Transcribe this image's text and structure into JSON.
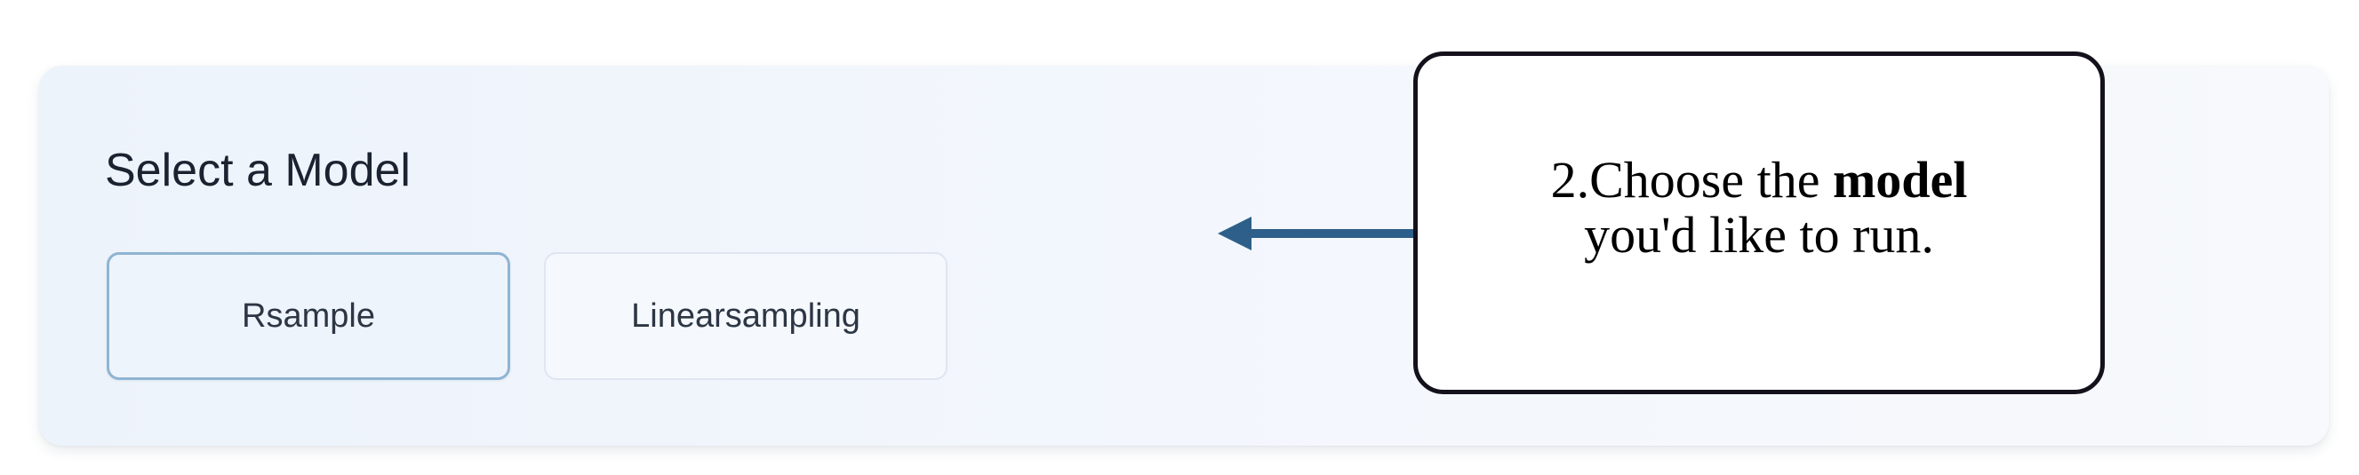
{
  "model_selector": {
    "title": "Select a Model",
    "options": [
      {
        "label": "Rsample",
        "selected": true
      },
      {
        "label": "Linearsampling",
        "selected": false
      }
    ]
  },
  "annotation": {
    "line1_prefix": "2.Choose the ",
    "line1_bold": "model",
    "line2": "you'd like to run.",
    "arrow_color": "#2d5f8a"
  }
}
